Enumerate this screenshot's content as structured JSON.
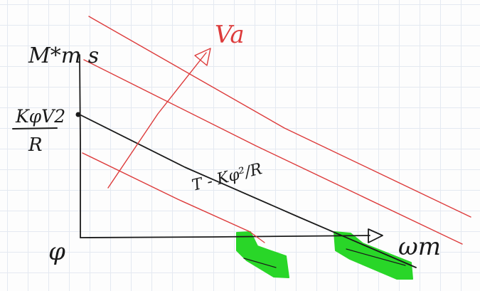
{
  "labels": {
    "y_top": "M*m s",
    "y_mid_top": "KφV2",
    "y_mid_bottom": "R",
    "origin": "φ",
    "x_axis": "ωm",
    "family_arrow": "Va",
    "slope": "T - Kφ²/R"
  },
  "colors": {
    "ink": "#1a1a1a",
    "red": "#dd3b3b",
    "green": "#29d628",
    "grid": "#e4e9f1"
  }
}
